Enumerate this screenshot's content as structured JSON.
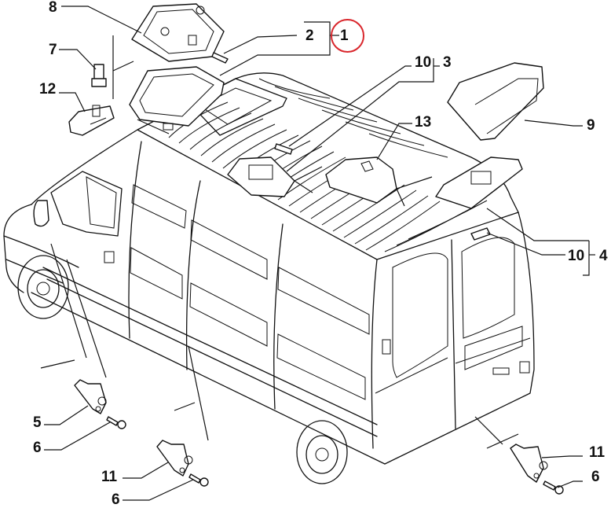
{
  "diagram": {
    "title": "Van interior lighting — exploded parts diagram",
    "highlight_color": "#d9262c",
    "line_color": "#111111",
    "callouts": [
      {
        "id": "c1",
        "label": "1",
        "highlighted": true
      },
      {
        "id": "c2",
        "label": "2"
      },
      {
        "id": "c3",
        "label": "3"
      },
      {
        "id": "c4",
        "label": "4"
      },
      {
        "id": "c5",
        "label": "5"
      },
      {
        "id": "c6a",
        "label": "6"
      },
      {
        "id": "c6b",
        "label": "6"
      },
      {
        "id": "c6c",
        "label": "6"
      },
      {
        "id": "c7",
        "label": "7"
      },
      {
        "id": "c8",
        "label": "8"
      },
      {
        "id": "c9",
        "label": "9"
      },
      {
        "id": "c10a",
        "label": "10"
      },
      {
        "id": "c10b",
        "label": "10"
      },
      {
        "id": "c11a",
        "label": "11"
      },
      {
        "id": "c11b",
        "label": "11"
      },
      {
        "id": "c12",
        "label": "12"
      },
      {
        "id": "c13",
        "label": "13"
      }
    ],
    "parts": [
      {
        "ref": "1",
        "name": "front-dome-light-assembly"
      },
      {
        "ref": "2",
        "name": "bulb"
      },
      {
        "ref": "3",
        "name": "center-dome-light-assembly"
      },
      {
        "ref": "4",
        "name": "rear-dome-light-assembly"
      },
      {
        "ref": "5",
        "name": "door-contact-switch"
      },
      {
        "ref": "6",
        "name": "screw"
      },
      {
        "ref": "7",
        "name": "bolt"
      },
      {
        "ref": "8",
        "name": "dome-light-housing"
      },
      {
        "ref": "9",
        "name": "third-brake-light-housing"
      },
      {
        "ref": "10",
        "name": "festoon-bulb"
      },
      {
        "ref": "11",
        "name": "door-contact-switch"
      },
      {
        "ref": "12",
        "name": "clip"
      },
      {
        "ref": "13",
        "name": "roof-lamp-cover"
      }
    ]
  }
}
